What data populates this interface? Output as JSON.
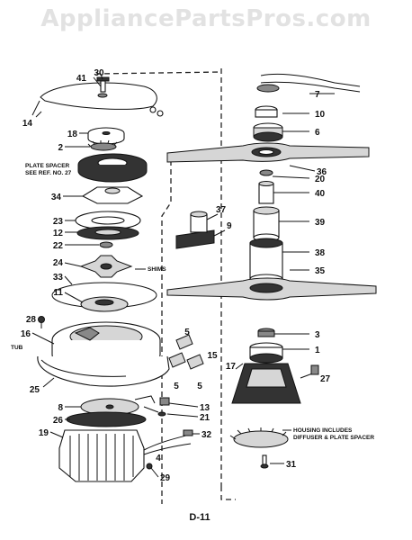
{
  "watermark": "AppliancePartsPros.com",
  "page_label": "D-11",
  "notes": {
    "plate_spacer_1": "PLATE SPACER",
    "plate_spacer_2": "SEE REF. NO. 27",
    "shims": "SHIMS",
    "tub": "TUB",
    "housing_1": "HOUSING INCLUDES",
    "housing_2": "DIFFUSER & PLATE SPACER"
  },
  "callouts": {
    "c30": "30",
    "c41": "41",
    "c14": "14",
    "c18": "18",
    "c2": "2",
    "c34": "34",
    "c23": "23",
    "c12": "12",
    "c22": "22",
    "c24": "24",
    "c33": "33",
    "c11": "11",
    "c28": "28",
    "c16": "16",
    "c25": "25",
    "c8": "8",
    "c26": "26",
    "c19": "19",
    "c4": "4",
    "c29": "29",
    "c5a": "5",
    "c15": "15",
    "c5b": "5",
    "c5c": "5",
    "c13": "13",
    "c21": "21",
    "c32": "32",
    "c37": "37",
    "c9": "9",
    "c7": "7",
    "c10": "10",
    "c6": "6",
    "c36": "36",
    "c20": "20",
    "c40": "40",
    "c39": "39",
    "c38": "38",
    "c35": "35",
    "c3": "3",
    "c1": "1",
    "c17": "17",
    "c27": "27",
    "c31": "31"
  }
}
